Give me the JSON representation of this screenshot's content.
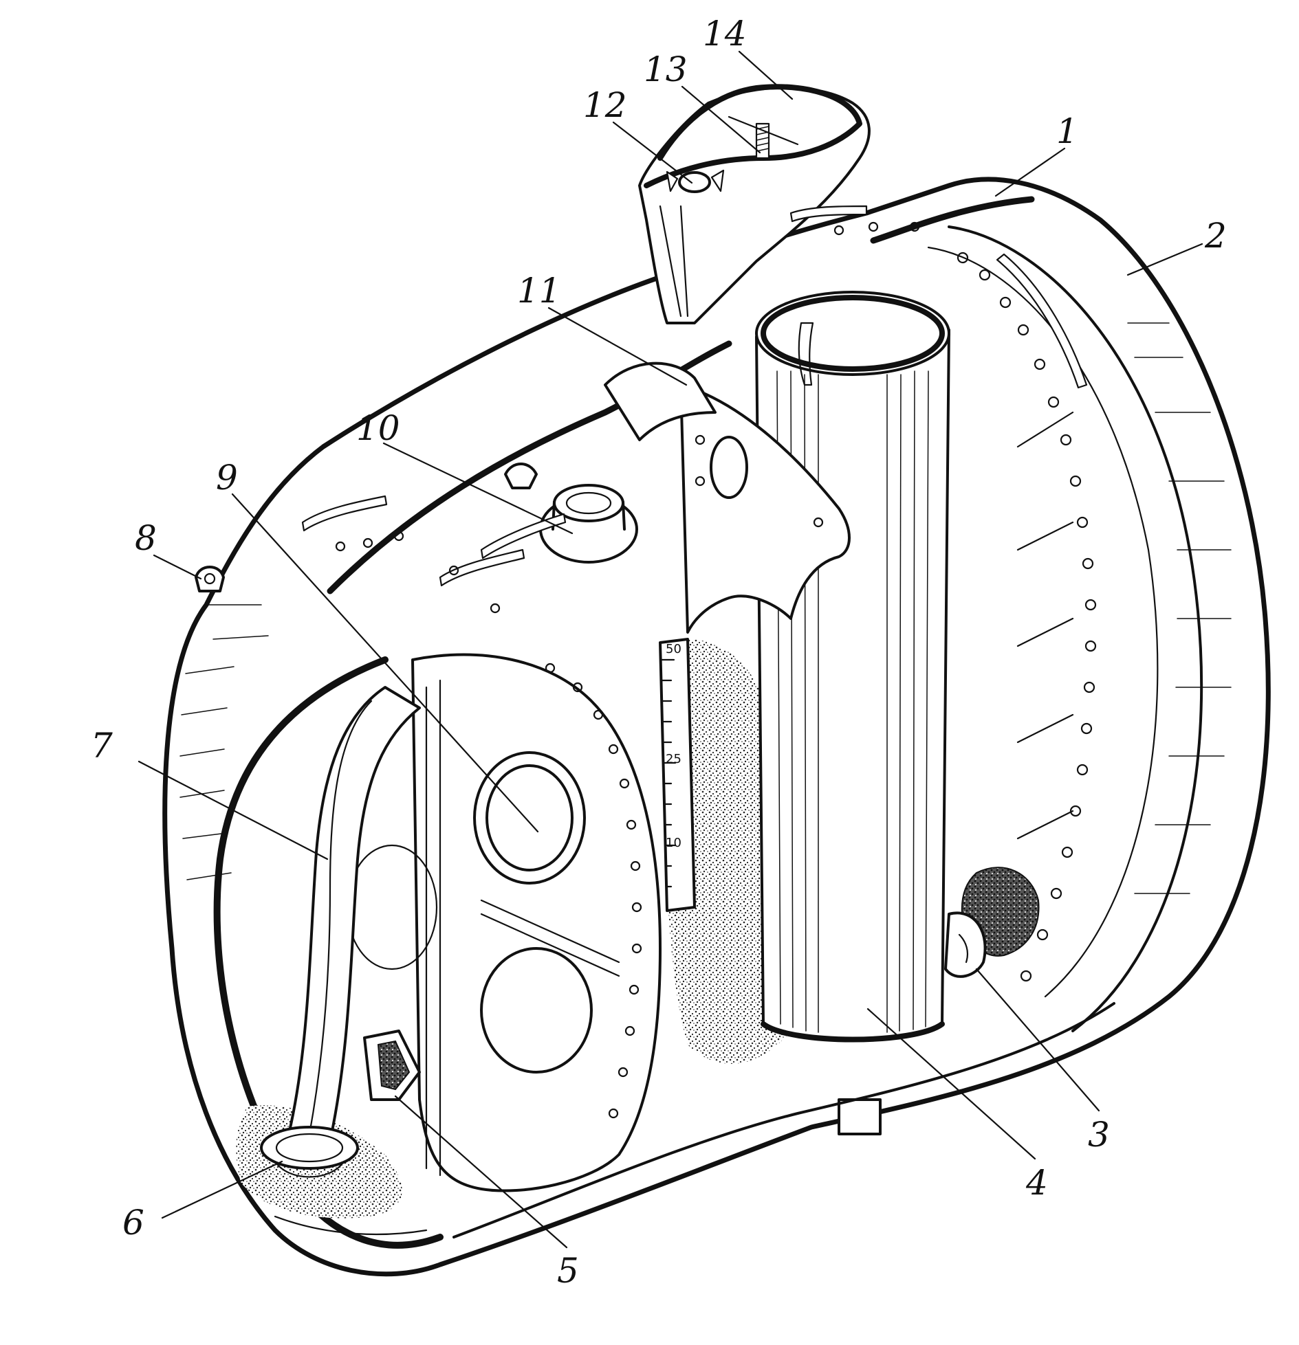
{
  "callouts": [
    {
      "id": "1",
      "label": "1"
    },
    {
      "id": "2",
      "label": "2"
    },
    {
      "id": "3",
      "label": "3"
    },
    {
      "id": "4",
      "label": "4"
    },
    {
      "id": "5",
      "label": "5"
    },
    {
      "id": "6",
      "label": "6"
    },
    {
      "id": "7",
      "label": "7"
    },
    {
      "id": "8",
      "label": "8"
    },
    {
      "id": "9",
      "label": "9"
    },
    {
      "id": "10",
      "label": "10"
    },
    {
      "id": "11",
      "label": "11"
    },
    {
      "id": "12",
      "label": "12"
    },
    {
      "id": "13",
      "label": "13"
    },
    {
      "id": "14",
      "label": "14"
    }
  ],
  "gauge_scale": {
    "marks": [
      "50",
      "25",
      "10"
    ]
  }
}
